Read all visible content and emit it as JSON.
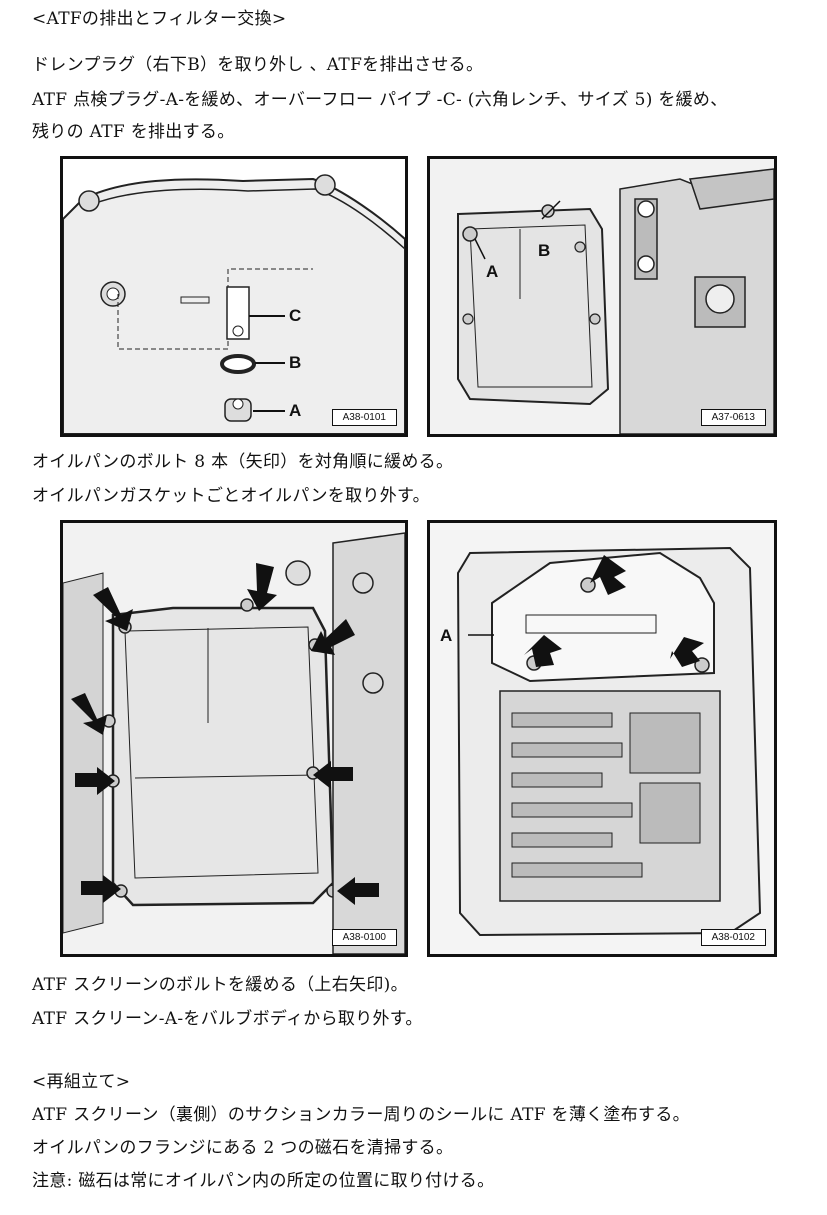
{
  "section1": {
    "heading": "<ATFの排出とフィルター交換>",
    "lines": [
      "ドレンプラグ（右下B）を取り外し 、ATFを排出させる。",
      "ATF 点検プラグ-A-を緩め、オーバーフロー パイプ -C- (六角レンチ、サイズ 5) を緩め、",
      "残りの ATF を排出する。"
    ]
  },
  "figures": {
    "fig1": {
      "code": "A38-0101",
      "labels": {
        "c": "C",
        "b": "B",
        "a": "A"
      }
    },
    "fig2": {
      "code": "A37-0613",
      "labels": {
        "a": "A",
        "b": "B"
      }
    },
    "fig3": {
      "code": "A38-0100"
    },
    "fig4": {
      "code": "A38-0102",
      "labels": {
        "a": "A"
      }
    }
  },
  "section2": {
    "lines": [
      "オイルパンのボルト 8 本（矢印）を対角順に緩める。",
      "オイルパンガスケットごとオイルパンを取り外す。"
    ]
  },
  "section3": {
    "lines": [
      "ATF スクリーンのボルトを緩める（上右矢印)。",
      "ATF スクリーン-A-をバルブボディから取り外す。"
    ]
  },
  "section4": {
    "heading": "<再組立て>",
    "lines": [
      "ATF スクリーン（裏側）のサクションカラー周りのシールに ATF を薄く塗布する。",
      "オイルパンのフランジにある 2 つの磁石を清掃する。",
      "注意: 磁石は常にオイルパン内の所定の位置に取り付ける。"
    ]
  }
}
